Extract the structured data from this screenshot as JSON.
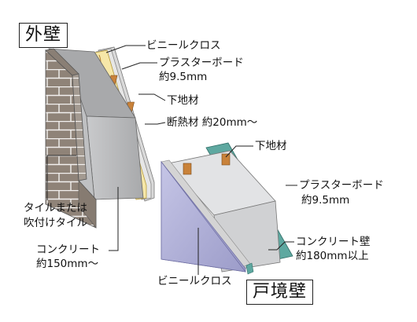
{
  "titles": {
    "exterior": "外壁",
    "partition": "戸境壁"
  },
  "exterior_labels": {
    "vinyl_cloth": "ビニールクロス",
    "plaster_board": "プラスターボード",
    "plaster_board_thickness": "約9.5mm",
    "furring": "下地材",
    "insulation": "断熱材 約20mm～",
    "tile_1": "タイルまたは",
    "tile_2": "吹付けタイル",
    "concrete": "コンクリート",
    "concrete_thickness": "約150mm～"
  },
  "partition_labels": {
    "furring": "下地材",
    "plaster_board": "プラスターボード",
    "plaster_board_thickness": "約9.5mm",
    "concrete": "コンクリート壁",
    "concrete_thickness": "約180mm以上",
    "vinyl_cloth": "ビニールクロス"
  },
  "colors": {
    "brick": "#8f8378",
    "brick_line": "#f2f0ee",
    "concrete_front": "#b8b9bb",
    "concrete_side": "#d6d7d9",
    "insulation": "#f6e7a8",
    "furring": "#c9823a",
    "board": "#dcdcdc",
    "vinyl_purple": "#b2b2d8",
    "teal_board": "#5ea8a0"
  }
}
